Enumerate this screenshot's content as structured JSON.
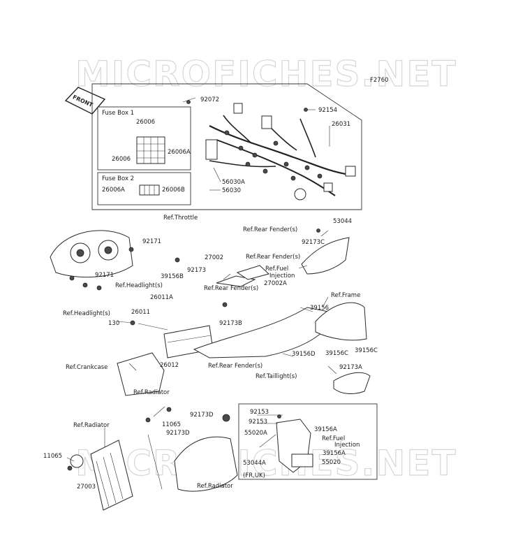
{
  "watermark": "MICROFICHES.NET",
  "diagram_code": "F2760",
  "front_badge": "FRONT",
  "boxes": {
    "fuse_box_1_title": "Fuse Box 1",
    "fuse_box_2_title": "Fuse Box 2",
    "fr_uk": "(FR,UK)"
  },
  "labels": [
    "92072",
    "92154",
    "26031",
    "26006",
    "26006",
    "26006A",
    "56030A",
    "56030",
    "26006A",
    "26006B",
    "Ref.Throttle",
    "Ref.Rear Fender(s)",
    "53044",
    "92171",
    "92173C",
    "Ref.Rear Fender(s)",
    "27002",
    "Ref.Fuel",
    "Injection",
    "39156B",
    "92173",
    "92171",
    "Ref.Headlight(s)",
    "Ref.Rear Fender(s)",
    "27002A",
    "26011A",
    "Ref.Frame",
    "Ref.Headlight(s)",
    "26011",
    "39156",
    "130",
    "92173B",
    "39156C",
    "39156D",
    "39156C",
    "Ref.Crankcase",
    "26012",
    "Ref.Rear Fender(s)",
    "92173A",
    "Ref.Taillight(s)",
    "Ref.Radiator",
    "92153",
    "92173D",
    "92153",
    "39156A",
    "11065",
    "92173D",
    "Ref.Radiator",
    "55020A",
    "Ref.Fuel",
    "Injection",
    "11065",
    "39156A",
    "53044A",
    "55020",
    "27003",
    "Ref.Radiator"
  ]
}
